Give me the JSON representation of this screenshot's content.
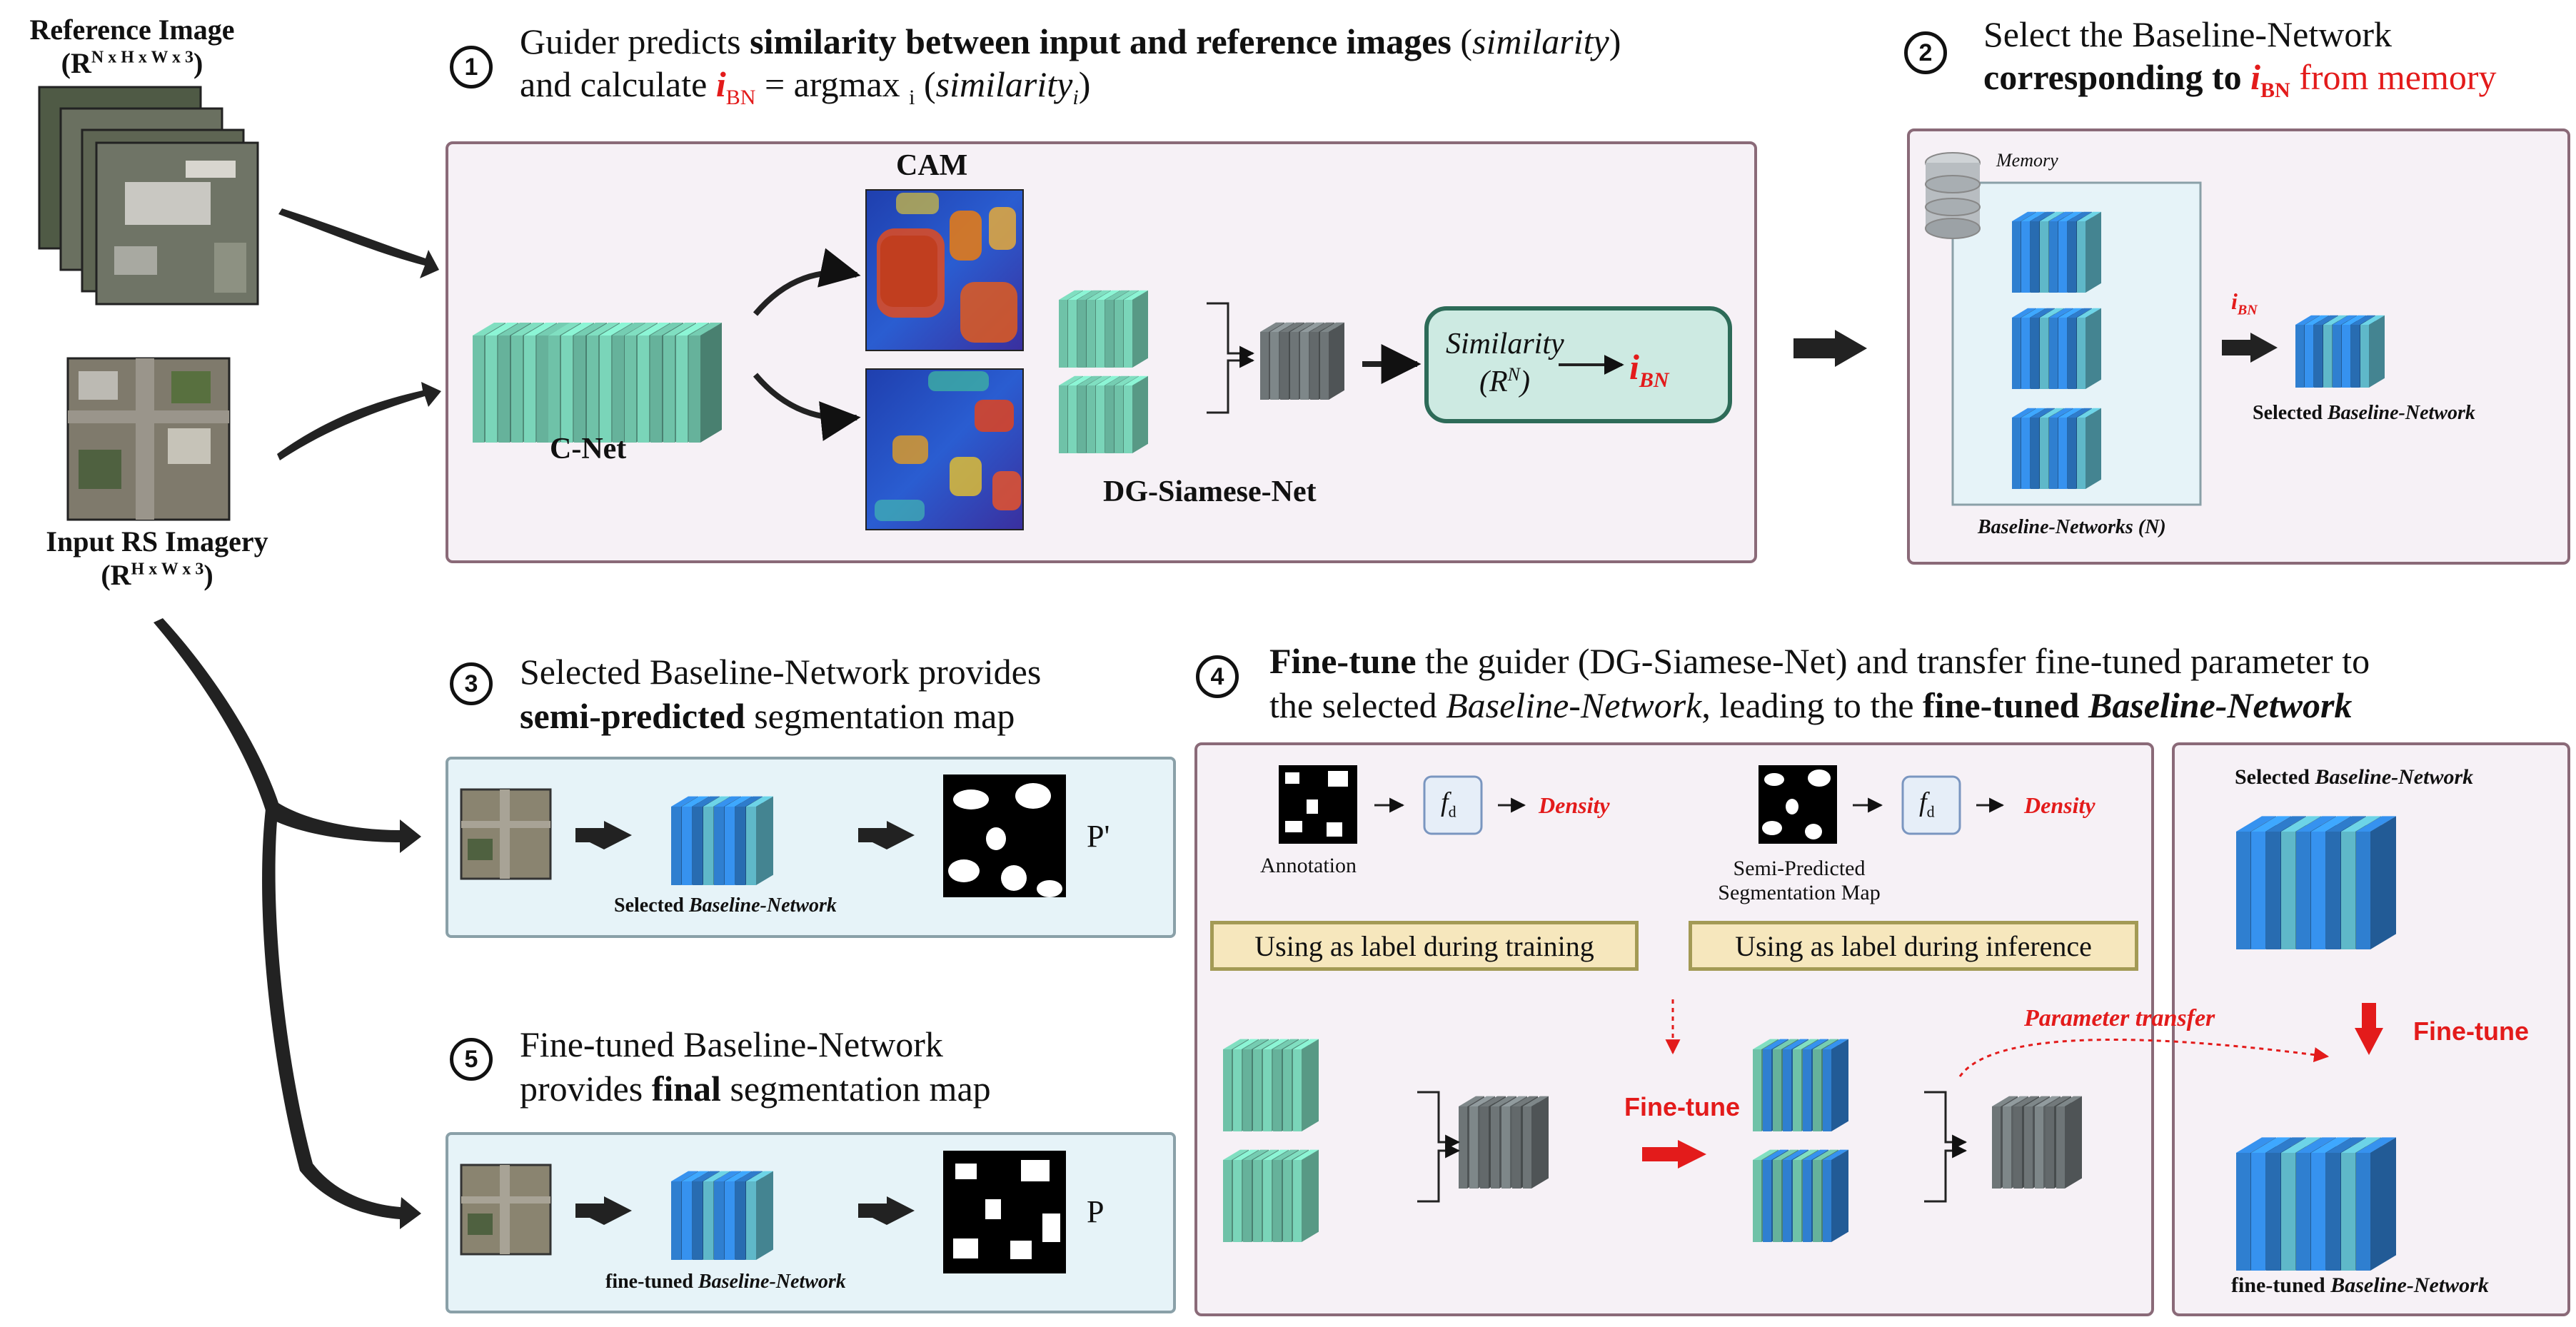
{
  "ref": {
    "line1": "Reference Image",
    "formula": "(R",
    "sup": "N x H x W x 3",
    "close": ")"
  },
  "inp": {
    "line1": "Input RS Imagery",
    "formula": "(R",
    "sup": "H x W x 3",
    "close": ")"
  },
  "step1": {
    "num": "1",
    "t1a": "Guider predicts ",
    "t1b": "similarity between input and reference images",
    "t1c": " (",
    "t1d": "similarity",
    "t1e": ")",
    "t2a": "and calculate ",
    "t2b": "i",
    "t2c": "BN",
    "t2d": " = argmax ",
    "t2e": "i",
    "t2f": " (",
    "t2g": "similarity",
    "t2h": "i",
    "t2i": ")"
  },
  "step2": {
    "num": "2",
    "t1": "Select the Baseline-Network",
    "t2a": "corresponding to ",
    "t2b": "i",
    "t2c": "BN",
    "t2d": " from memory"
  },
  "step3": {
    "num": "3",
    "t1": "Selected Baseline-Network provides",
    "t2a": "semi-predicted",
    "t2b": " segmentation map"
  },
  "step4": {
    "num": "4",
    "t1a": "Fine-tune",
    "t1b": " the guider (DG-Siamese-Net) and transfer fine-tuned parameter to",
    "t2a": "the selected ",
    "t2b": "Baseline-Network",
    "t2c": ", leading to the ",
    "t2d": "fine-tuned ",
    "t2e": "Baseline-Network"
  },
  "step5": {
    "num": "5",
    "t1": "Fine-tuned Baseline-Network",
    "t2a": "provides ",
    "t2b": "final",
    "t2c": " segmentation map"
  },
  "panel1": {
    "cam": "CAM",
    "cnet": "C-Net",
    "dgs": "DG-Siamese-Net",
    "sim": "Similarity",
    "simR": "(R",
    "simSup": "N",
    "simClose": ")",
    "ibn": "i",
    "ibnSub": "BN"
  },
  "panel2": {
    "memory": "Memory",
    "ibn": "i",
    "ibnSub": "BN",
    "selA": "Selected ",
    "selB": "Baseline-Network",
    "bnsA": "Baseline-Networks (",
    "bnsB": "N",
    "bnsC": ")"
  },
  "panel3": {
    "selA": "Selected ",
    "selB": "Baseline-Network",
    "p": "P'"
  },
  "panel5": {
    "ftA": "fine-tuned ",
    "ftB": "Baseline-Network",
    "p": "P"
  },
  "panel4": {
    "annotation": "Annotation",
    "semi1": "Semi-Predicted",
    "semi2": "Segmentation Map",
    "fd": "f",
    "fdSub": "d",
    "density": "Density",
    "labTrain": "Using as label during training",
    "labInfer": "Using as label during inference",
    "finetune": "Fine-tune",
    "ptransfer": "Parameter transfer"
  },
  "panel4b": {
    "selA": "Selected ",
    "selB": "Baseline-Network",
    "finetune": "Fine-tune",
    "ftA": "fine-tuned ",
    "ftB": "Baseline-Network"
  },
  "colors": {
    "green": "#6fc2a8",
    "blue": "#2f7fd0",
    "gray": "#6e7577",
    "red": "#e31b1b",
    "panelPink": "#f6f1f6",
    "panelBlue": "#e6f3f8"
  }
}
